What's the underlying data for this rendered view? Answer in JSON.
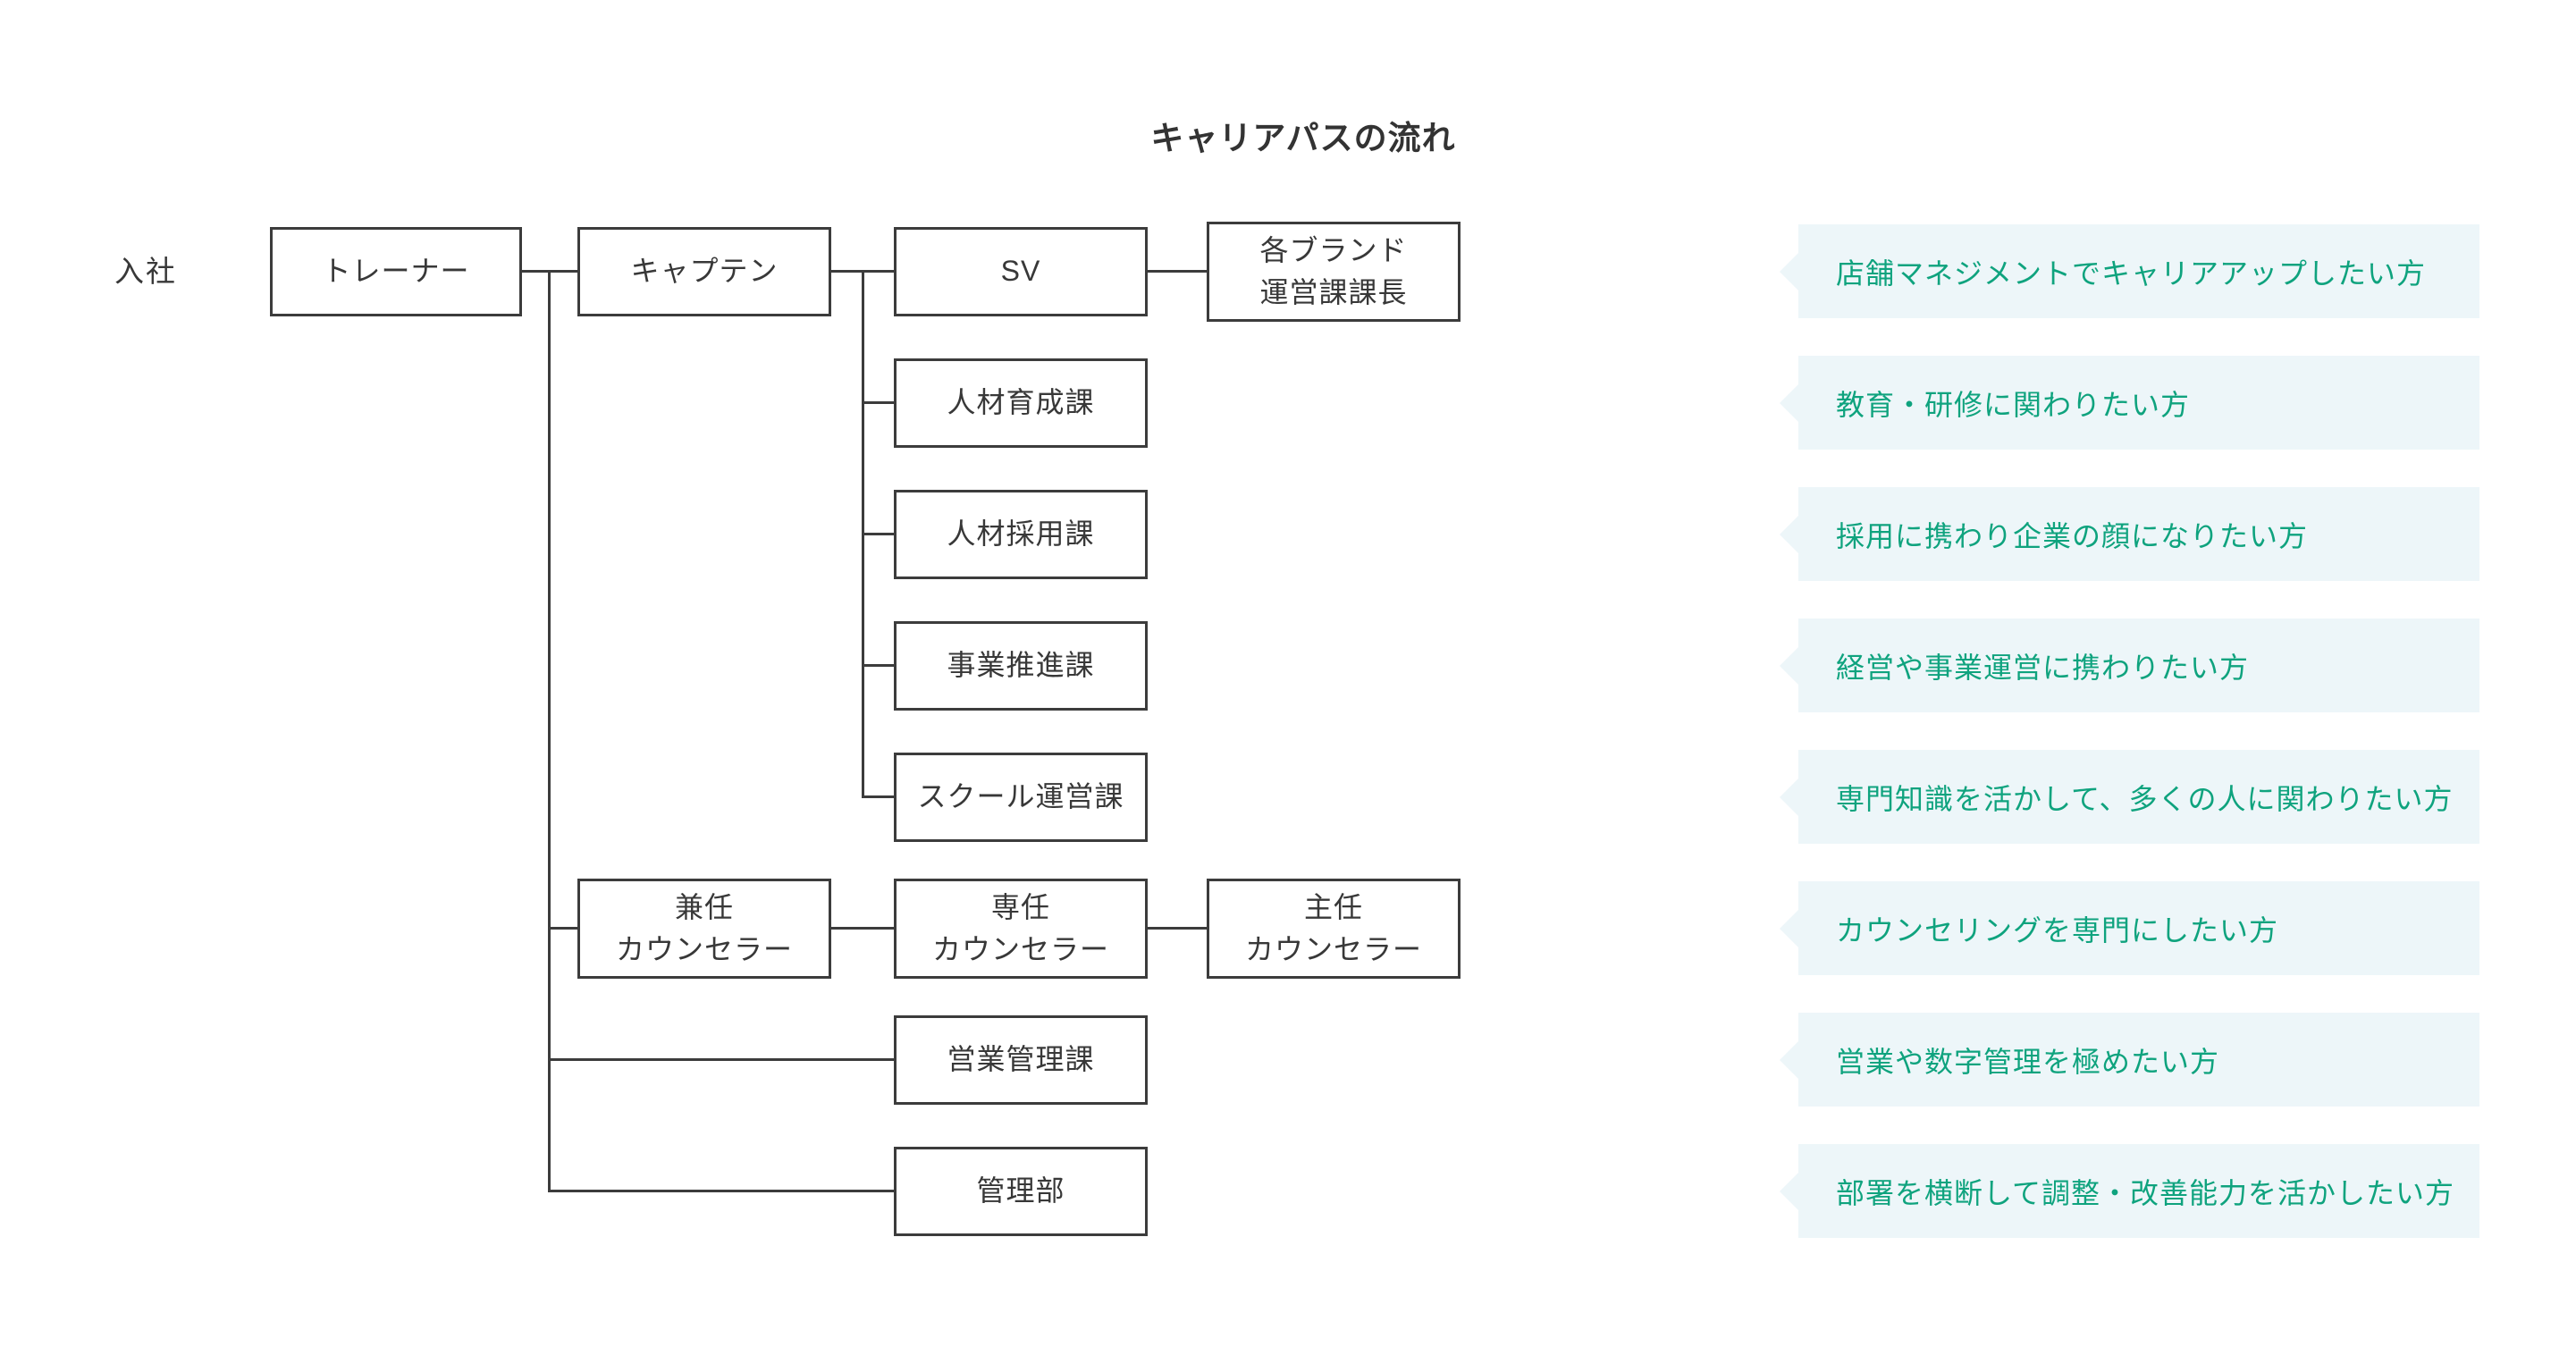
{
  "title": "キャリアパスの流れ",
  "entry_label": "入社",
  "diagram": {
    "boxes": [
      {
        "name": "trainer",
        "lines": [
          "トレーナー"
        ],
        "col": 0,
        "row": 0
      },
      {
        "name": "captain",
        "lines": [
          "キャプテン"
        ],
        "col": 1,
        "row": 0
      },
      {
        "name": "sv",
        "lines": [
          "SV"
        ],
        "col": 2,
        "row": 0
      },
      {
        "name": "brand-section-chief",
        "lines": [
          "各ブランド",
          "運営課課長"
        ],
        "col": 3,
        "row": 0
      },
      {
        "name": "hr-training-section",
        "lines": [
          "人材育成課"
        ],
        "col": 2,
        "row": 1
      },
      {
        "name": "hr-recruiting-section",
        "lines": [
          "人材採用課"
        ],
        "col": 2,
        "row": 2
      },
      {
        "name": "business-promotion-section",
        "lines": [
          "事業推進課"
        ],
        "col": 2,
        "row": 3
      },
      {
        "name": "school-operation-section",
        "lines": [
          "スクール運営課"
        ],
        "col": 2,
        "row": 4
      },
      {
        "name": "concurrent-counselor",
        "lines": [
          "兼任",
          "カウンセラー"
        ],
        "col": 1,
        "row": 5
      },
      {
        "name": "fulltime-counselor",
        "lines": [
          "専任",
          "カウンセラー"
        ],
        "col": 2,
        "row": 5
      },
      {
        "name": "chief-counselor",
        "lines": [
          "主任",
          "カウンセラー"
        ],
        "col": 3,
        "row": 5
      },
      {
        "name": "sales-management-section",
        "lines": [
          "営業管理課"
        ],
        "col": 2,
        "row": 6
      },
      {
        "name": "administration-department",
        "lines": [
          "管理部"
        ],
        "col": 2,
        "row": 7
      }
    ]
  },
  "callouts": [
    {
      "row": 0,
      "text": "店舗マネジメントでキャリアアップしたい方"
    },
    {
      "row": 1,
      "text": "教育・研修に関わりたい方"
    },
    {
      "row": 2,
      "text": "採用に携わり企業の顔になりたい方"
    },
    {
      "row": 3,
      "text": "経営や事業運営に携わりたい方"
    },
    {
      "row": 4,
      "text": "専門知識を活かして、多くの人に関わりたい方"
    },
    {
      "row": 5,
      "text": "カウンセリングを専門にしたい方"
    },
    {
      "row": 6,
      "text": "営業や数字管理を極めたい方"
    },
    {
      "row": 7,
      "text": "部署を横断して調整・改善能力を活かしたい方"
    }
  ],
  "colors": {
    "background": "#ffffff",
    "box_border": "#3c3c3c",
    "box_text": "#383838",
    "title_text": "#333333",
    "callout_bg": "#edf6f9",
    "callout_text": "#0fa37e"
  }
}
